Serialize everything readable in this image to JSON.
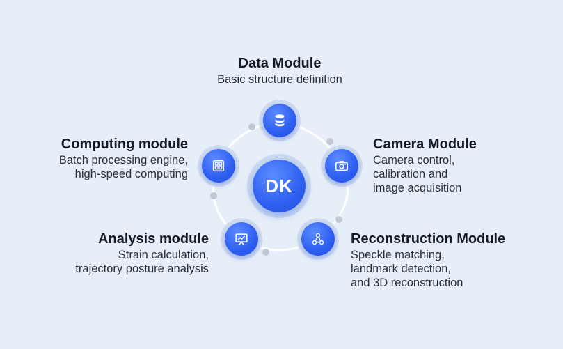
{
  "center": {
    "label": "DK"
  },
  "modules": {
    "data": {
      "title": "Data Module",
      "desc": [
        "Basic structure definition"
      ],
      "icon": "database-icon"
    },
    "camera": {
      "title": "Camera Module",
      "desc": [
        "Camera control,",
        "calibration and",
        "image acquisition"
      ],
      "icon": "camera-icon"
    },
    "reconstruction": {
      "title": "Reconstruction Module",
      "desc": [
        "Speckle matching,",
        "landmark detection,",
        "and 3D reconstruction"
      ],
      "icon": "node-graph-icon"
    },
    "analysis": {
      "title": "Analysis module",
      "desc": [
        "Strain calculation,",
        "trajectory posture analysis"
      ],
      "icon": "chart-board-icon"
    },
    "computing": {
      "title": "Computing module",
      "desc": [
        "Batch processing engine,",
        "high-speed computing"
      ],
      "icon": "chip-icon"
    }
  },
  "colors": {
    "background": "#e6eef7",
    "accent": "#2e5ef0",
    "ring": "#ffffff",
    "dot": "#c3cad6"
  }
}
